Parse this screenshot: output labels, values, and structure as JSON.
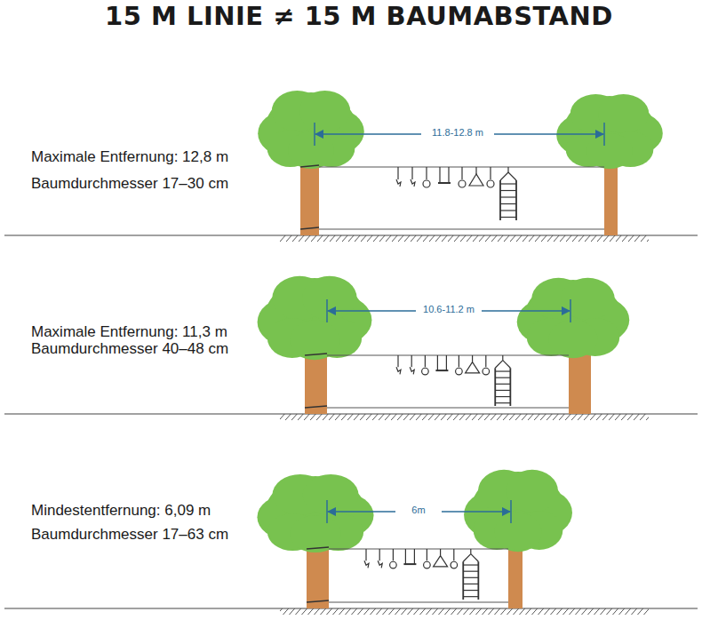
{
  "diagram": {
    "title": "15 M LINIE  ≠ 15 M BAUMABSTAND",
    "labels": [
      "Maximale Entfernung: 12,8 m",
      "Baumdurchmesser 17–30 cm",
      "11.8-12.8 m",
      "Maximale Entfernung: 11,3 m",
      "Baumdurchmesser 40–48 cm",
      "10.6-11.2 m",
      "Mindestentfernung: 6,09 m",
      "Baumdurchmesser 17–63 cm",
      "6m"
    ]
  }
}
